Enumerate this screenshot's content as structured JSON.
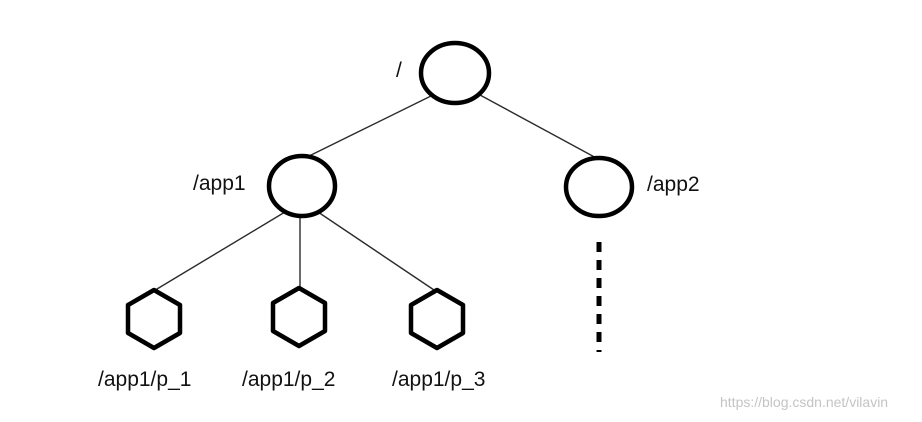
{
  "tree": {
    "root": {
      "label": "/"
    },
    "app1": {
      "label": "/app1"
    },
    "app2": {
      "label": "/app2"
    },
    "children": [
      {
        "label": "/app1/p_1"
      },
      {
        "label": "/app1/p_2"
      },
      {
        "label": "/app1/p_3"
      }
    ]
  },
  "watermark": "https://blog.csdn.net/vilavin"
}
